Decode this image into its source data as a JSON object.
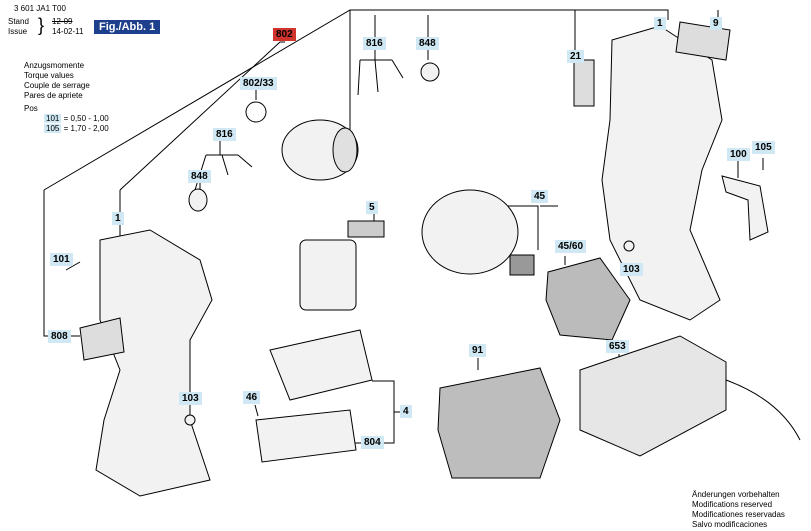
{
  "header": {
    "doc_number": "3 601 JA1 T00",
    "stand_label": "Stand",
    "issue_label": "Issue",
    "stand_date_struck": "12-09",
    "issue_date": "14-02-11",
    "fig_label": "Fig./Abb. 1"
  },
  "torque_legend": {
    "lines": [
      "Anzugsmomente",
      "Torque values",
      "Couple de serrage",
      "Pares de apriete"
    ],
    "pos_label": "Pos",
    "rows": [
      {
        "pos": "101",
        "value": "= 0,50 - 1,00"
      },
      {
        "pos": "105",
        "value": "= 1,70 - 2,00"
      }
    ]
  },
  "footer": {
    "lines": [
      "Änderungen vorbehalten",
      "Modifications reserved",
      "Modificationes reservadas",
      "Salvo modificaciones"
    ]
  },
  "part_labels": {
    "p802": "802",
    "p802_33": "802/33",
    "p816_a": "816",
    "p848_a": "848",
    "p816_b": "816",
    "p848_b": "848",
    "p1_a": "1",
    "p9": "9",
    "p21": "21",
    "p1_b": "1",
    "p101": "101",
    "p808": "808",
    "p103_a": "103",
    "p46": "46",
    "p804": "804",
    "p4": "4",
    "p5": "5",
    "p45": "45",
    "p45_60": "45/60",
    "p103_b": "103",
    "p100": "100",
    "p105": "105",
    "p91": "91",
    "p653": "653"
  },
  "colors": {
    "tag_fill": "#cfe8f3",
    "highlight_red": "#d0342c",
    "fig_badge": "#1d3f8c"
  }
}
